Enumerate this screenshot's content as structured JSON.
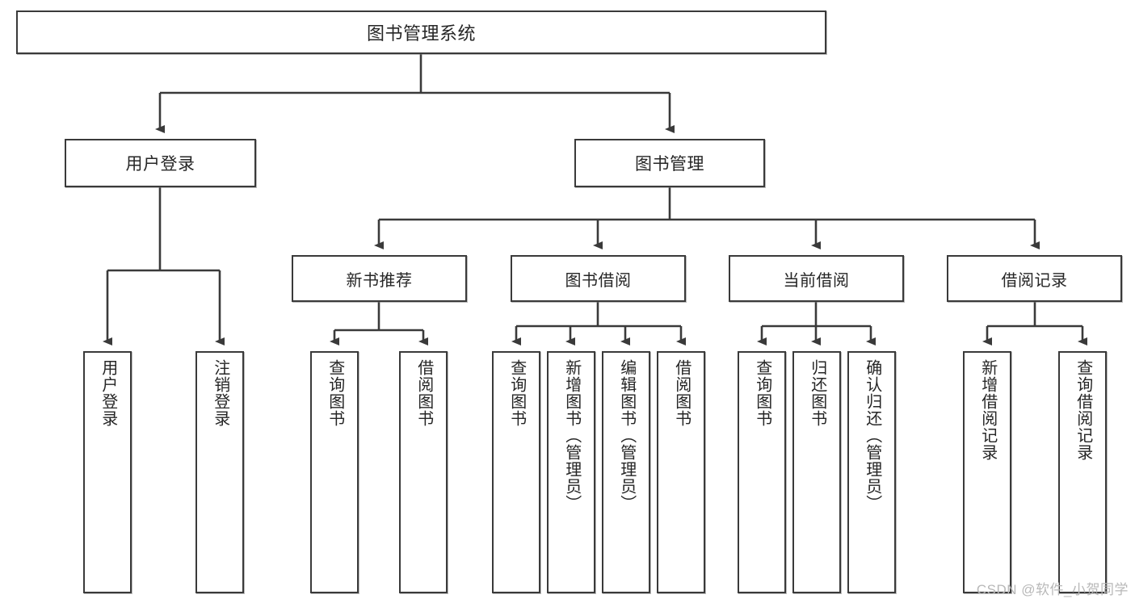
{
  "diagram": {
    "title_node": {
      "label": "图书管理系统"
    },
    "level2": [
      {
        "id": "user-login",
        "label": "用户登录"
      },
      {
        "id": "book-management",
        "label": "图书管理"
      }
    ],
    "level3": [
      {
        "id": "new-book-recommend",
        "label": "新书推荐"
      },
      {
        "id": "book-borrow",
        "label": "图书借阅"
      },
      {
        "id": "current-borrow",
        "label": "当前借阅"
      },
      {
        "id": "borrow-record",
        "label": "借阅记录"
      }
    ],
    "leaves": [
      {
        "id": "leaf-user-login",
        "label": "用户登录",
        "parent": "user-login"
      },
      {
        "id": "leaf-logout-login",
        "label": "注销登录",
        "parent": "user-login"
      },
      {
        "id": "leaf-query-book-1",
        "label": "查询图书",
        "parent": "new-book-recommend"
      },
      {
        "id": "leaf-borrow-book-1",
        "label": "借阅图书",
        "parent": "new-book-recommend"
      },
      {
        "id": "leaf-query-book-2",
        "label": "查询图书",
        "parent": "book-borrow"
      },
      {
        "id": "leaf-add-book",
        "label": "新增图书（管理员）",
        "parent": "book-borrow"
      },
      {
        "id": "leaf-edit-book",
        "label": "编辑图书（管理员）",
        "parent": "book-borrow"
      },
      {
        "id": "leaf-borrow-book-2",
        "label": "借阅图书",
        "parent": "book-borrow"
      },
      {
        "id": "leaf-query-book-3",
        "label": "查询图书",
        "parent": "current-borrow"
      },
      {
        "id": "leaf-return-book",
        "label": "归还图书",
        "parent": "current-borrow"
      },
      {
        "id": "leaf-confirm-return",
        "label": "确认归还（管理员）",
        "parent": "current-borrow"
      },
      {
        "id": "leaf-add-record",
        "label": "新增借阅记录",
        "parent": "borrow-record"
      },
      {
        "id": "leaf-query-record",
        "label": "查询借阅记录",
        "parent": "borrow-record"
      }
    ],
    "watermark": "CSDN @软件_小贺同学",
    "colors": {
      "stroke": "#3a3a3a",
      "text": "#262626",
      "background": "#ffffff",
      "watermark": "#b8b8b8"
    }
  }
}
